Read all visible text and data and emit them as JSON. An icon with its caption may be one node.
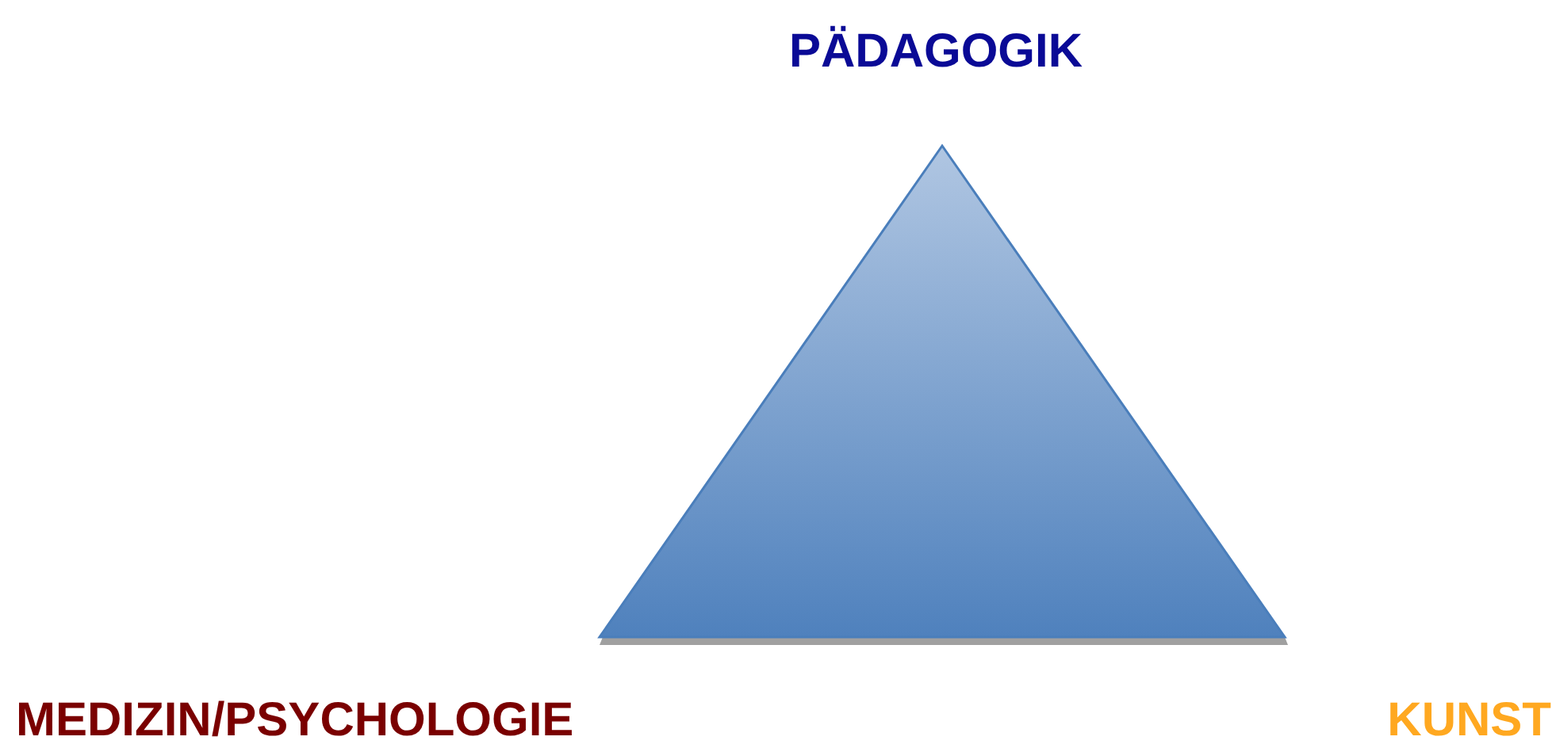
{
  "diagram": {
    "labels": [
      "PÄDAGOGIK",
      "MEDIZIN/PSYCHOLOGIE",
      "KUNST"
    ]
  }
}
